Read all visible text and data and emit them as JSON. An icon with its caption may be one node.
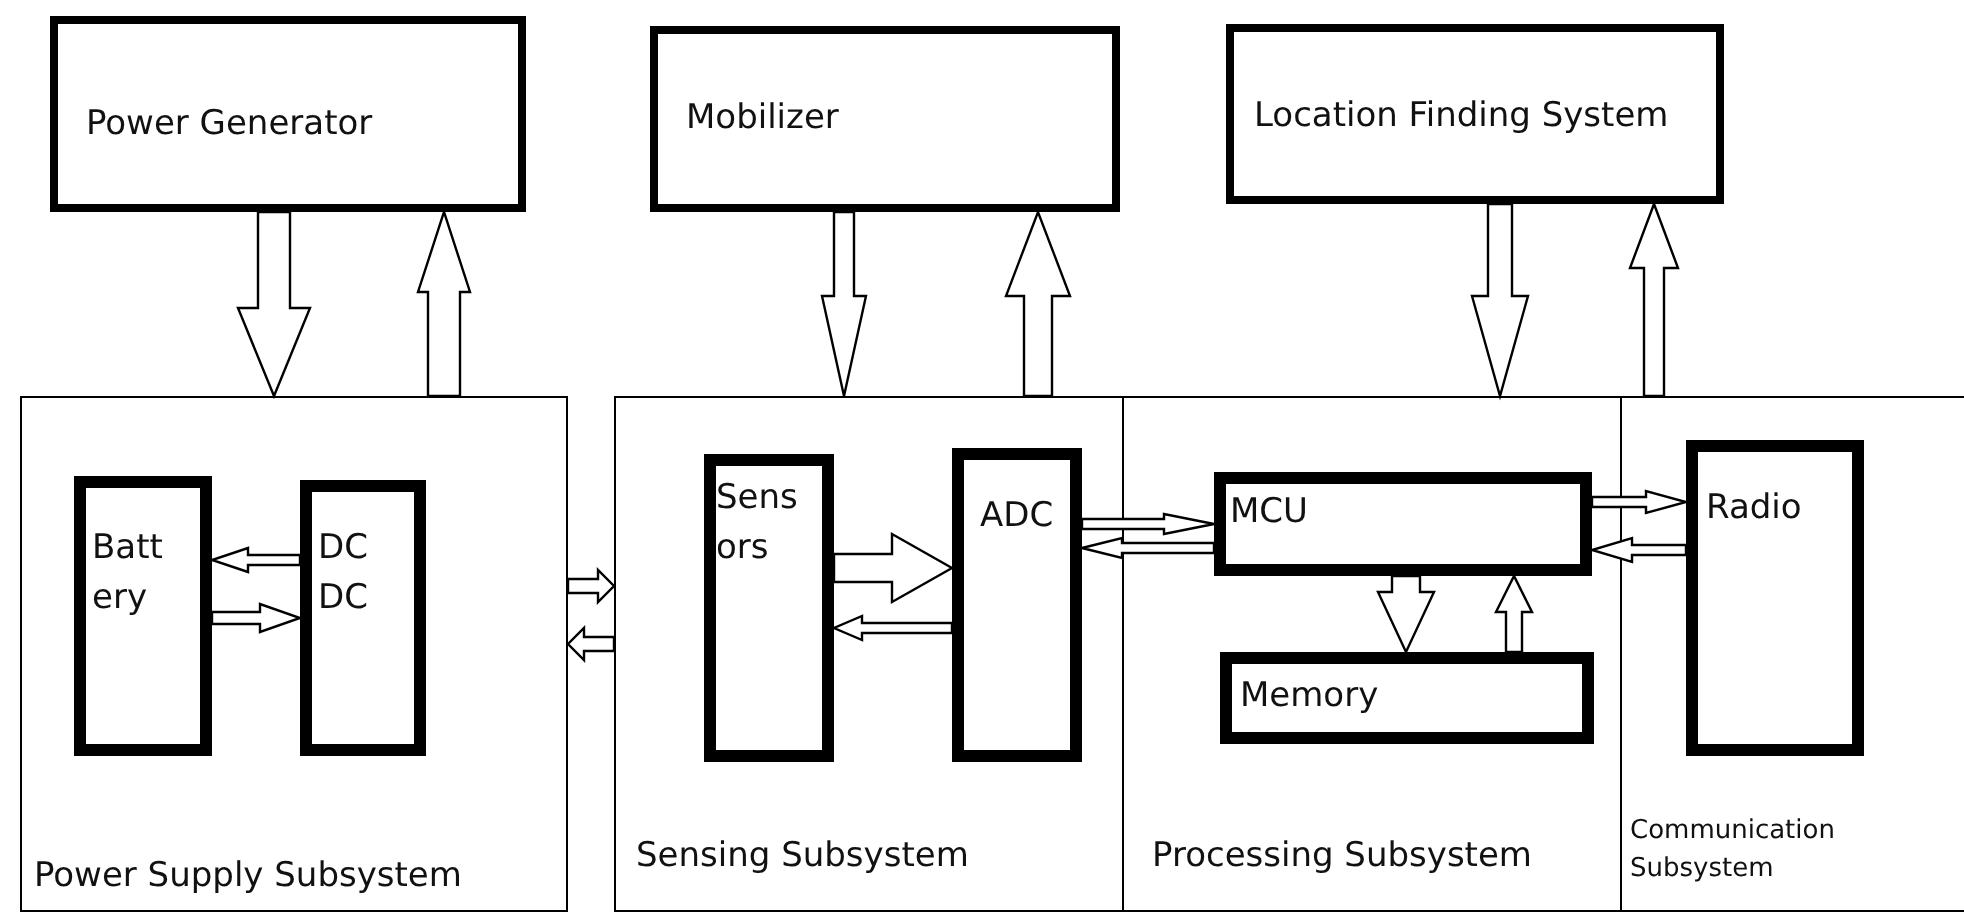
{
  "diagram": {
    "nodes": [
      {
        "text": [
          "Power Generator"
        ]
      },
      {
        "text": [
          "Mobilizer"
        ]
      },
      {
        "text": [
          "Location Finding System"
        ]
      },
      {
        "text": [
          "Power Supply Subsystem"
        ]
      },
      {
        "text": [
          "Batt ery"
        ],
        "in": 3
      },
      {
        "text": [
          "DC DC"
        ],
        "in": 3
      },
      {
        "text": [
          "Sensing Subsystem"
        ]
      },
      {
        "text": [
          "Sens ors"
        ],
        "in": 6
      },
      {
        "text": [
          "ADC"
        ],
        "in": 6
      },
      {
        "text": [
          "Processing Subsystem"
        ]
      },
      {
        "text": [
          "MCU"
        ],
        "in": 9
      },
      {
        "text": [
          "Memory"
        ],
        "in": 9
      },
      {
        "text": [
          "Communication Subsystem"
        ]
      },
      {
        "text": [
          "Radio"
        ],
        "in": 12
      }
    ],
    "edges": [
      {
        "from": 0,
        "to": 3,
        "arrow": "to"
      },
      {
        "from": 3,
        "to": 0,
        "arrow": "to"
      },
      {
        "from": 1,
        "to": 6,
        "arrow": "to"
      },
      {
        "from": 6,
        "to": 1,
        "arrow": "to"
      },
      {
        "from": 2,
        "to": 9,
        "arrow": "to"
      },
      {
        "from": 12,
        "to": 2,
        "arrow": "to"
      },
      {
        "from": 5,
        "to": 4,
        "arrow": "to"
      },
      {
        "from": 4,
        "to": 5,
        "arrow": "to"
      },
      {
        "from": 3,
        "to": 6,
        "arrow": "to"
      },
      {
        "from": 6,
        "to": 3,
        "arrow": "to"
      },
      {
        "from": 7,
        "to": 8,
        "arrow": "to"
      },
      {
        "from": 8,
        "to": 7,
        "arrow": "to"
      },
      {
        "from": 8,
        "to": 10,
        "arrow": "to"
      },
      {
        "from": 10,
        "to": 8,
        "arrow": "to"
      },
      {
        "from": 10,
        "to": 13,
        "arrow": "to"
      },
      {
        "from": 13,
        "to": 10,
        "arrow": "to"
      },
      {
        "from": 10,
        "to": 11,
        "arrow": "to"
      },
      {
        "from": 11,
        "to": 10,
        "arrow": "to"
      }
    ]
  }
}
